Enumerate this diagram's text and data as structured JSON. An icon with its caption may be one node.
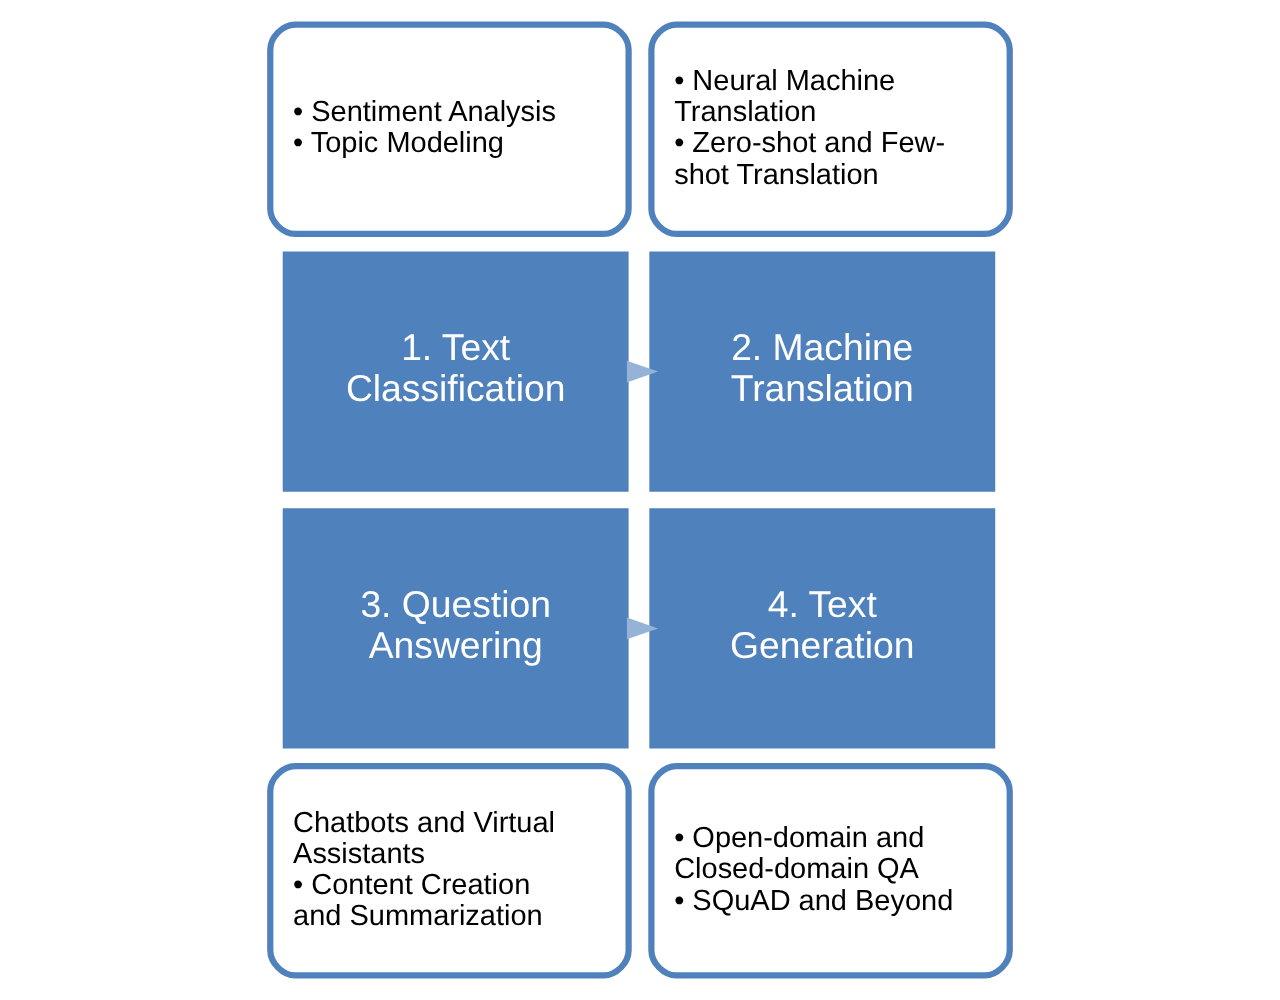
{
  "diagram": {
    "nodes": [
      {
        "text": [
          "• Sentiment Analysis",
          "• Topic Modeling"
        ]
      },
      {
        "text": [
          "• Neural Machine Translation",
          "• Zero-shot and Few-shot Translation"
        ]
      },
      {
        "text": [
          "1. Text Classification"
        ]
      },
      {
        "text": [
          "2. Machine Translation"
        ]
      },
      {
        "text": [
          "4. Text Generation"
        ]
      },
      {
        "text": [
          "3. Question Answering"
        ]
      },
      {
        "text": [
          "• Open-domain and Closed-domain QA",
          "• SQuAD and Beyond"
        ]
      },
      {
        "text": [
          "Chatbots and Virtual Assistants",
          "• Content Creation and Summarization"
        ]
      }
    ],
    "edges": [
      {
        "from": 2,
        "to": 3,
        "arrow": "to"
      },
      {
        "from": 5,
        "to": 4,
        "arrow": "to"
      }
    ]
  }
}
